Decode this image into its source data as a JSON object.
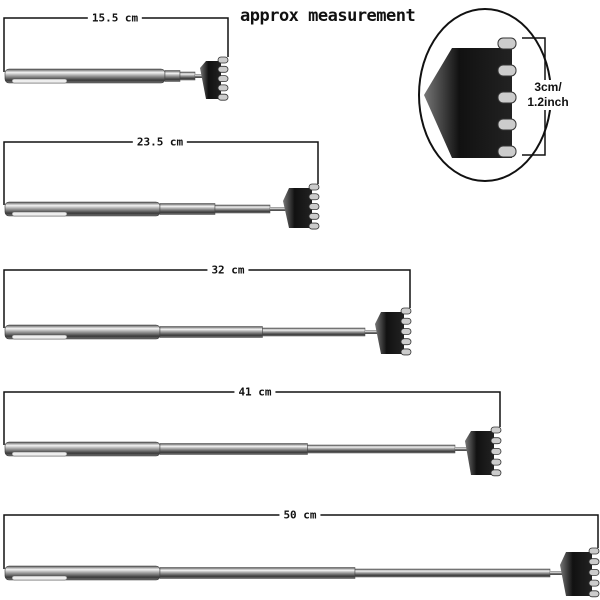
{
  "title": "approx measurement",
  "inset": {
    "line1": "3cm/",
    "line2": "1.2inch"
  },
  "measurements": [
    {
      "label": "15.5 cm",
      "length_cm": 15.5
    },
    {
      "label": "23.5 cm",
      "length_cm": 23.5
    },
    {
      "label": "32 cm",
      "length_cm": 32
    },
    {
      "label": "41 cm",
      "length_cm": 41
    },
    {
      "label": "50 cm",
      "length_cm": 50
    }
  ]
}
